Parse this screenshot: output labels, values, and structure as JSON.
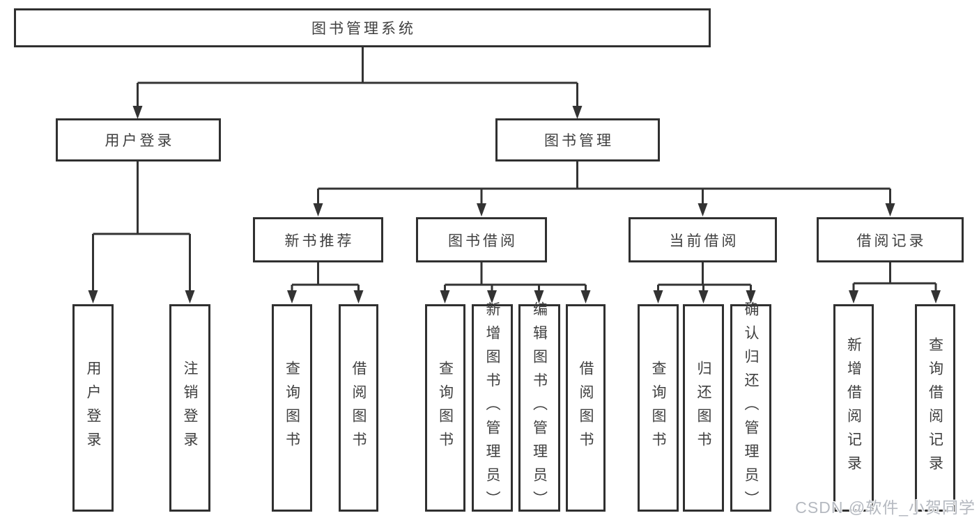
{
  "diagram": {
    "root": {
      "label": "图书管理系统"
    },
    "branches": [
      {
        "label": "用户登录",
        "leaves": [
          "用户登录",
          "注销登录"
        ]
      },
      {
        "label": "图书管理",
        "groups": [
          {
            "label": "新书推荐",
            "leaves": [
              "查询图书",
              "借阅图书"
            ]
          },
          {
            "label": "图书借阅",
            "leaves": [
              "查询图书",
              "新增图书（管理员）",
              "编辑图书（管理员）",
              "借阅图书"
            ]
          },
          {
            "label": "当前借阅",
            "leaves": [
              "查询图书",
              "归还图书",
              "确认归还（管理员）"
            ]
          },
          {
            "label": "借阅记录",
            "leaves": [
              "新增借阅记录",
              "查询借阅记录"
            ]
          }
        ]
      }
    ],
    "watermark": "CSDN @软件_小贺同学",
    "colors": {
      "line": "#333333",
      "border": "#303030",
      "text": "#3f3f3f",
      "background": "#ffffff",
      "watermark": "#b5b9c0"
    }
  }
}
